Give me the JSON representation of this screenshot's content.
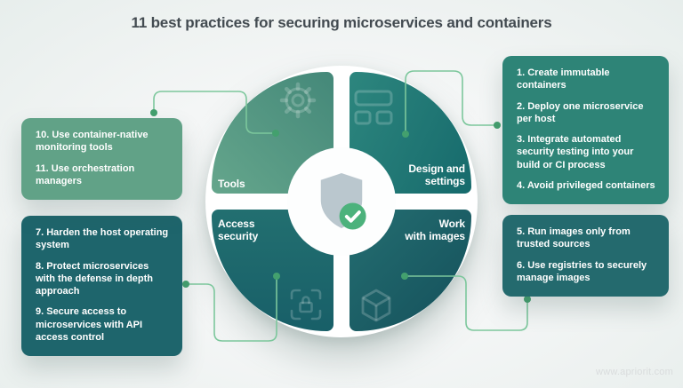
{
  "title": "11 best practices for securing microservices and containers",
  "watermark": "www.apriorit.com",
  "accent_colors": {
    "connector_green": "#7cc79c",
    "dot_green": "#43a06e",
    "check_badge_green": "#4cb27c",
    "shield_gray": "#bac7ce",
    "title_text": "#434b51"
  },
  "wheel": {
    "center_icon": "shield-check-icon",
    "quadrants": [
      {
        "label": "Tools",
        "icon": "gear-icon",
        "color_from": "#65a68c",
        "color_to": "#448879"
      },
      {
        "label": "Design and\nsettings",
        "icon": "layout-icon",
        "color_from": "#2d867e",
        "color_to": "#166a6c"
      },
      {
        "label": "Access\nsecurity",
        "icon": "lock-scan-icon",
        "color_from": "#226f70",
        "color_to": "#185f68"
      },
      {
        "label": "Work\nwith images",
        "icon": "cube-icon",
        "color_from": "#246e71",
        "color_to": "#144f5a"
      }
    ]
  },
  "boxes": {
    "design_and_settings": {
      "color": "#2e8477",
      "items": [
        "1. Create immutable containers",
        "2. Deploy one microservice per host",
        "3. Integrate automated security testing into your build or CI process",
        "4. Avoid privileged containers"
      ]
    },
    "work_with_images": {
      "color": "#246a6e",
      "items": [
        "5. Run images only from trusted sources",
        "6. Use registries to securely manage images"
      ]
    },
    "access_security": {
      "color": "#1e656c",
      "items": [
        "7. Harden the host operating system",
        "8. Protect microservices with the defense in depth approach",
        "9. Secure access to microservices with API access control"
      ]
    },
    "tools": {
      "color": "#61a287",
      "items": [
        "10. Use container-native monitoring tools",
        "11. Use orchestration managers"
      ]
    }
  }
}
